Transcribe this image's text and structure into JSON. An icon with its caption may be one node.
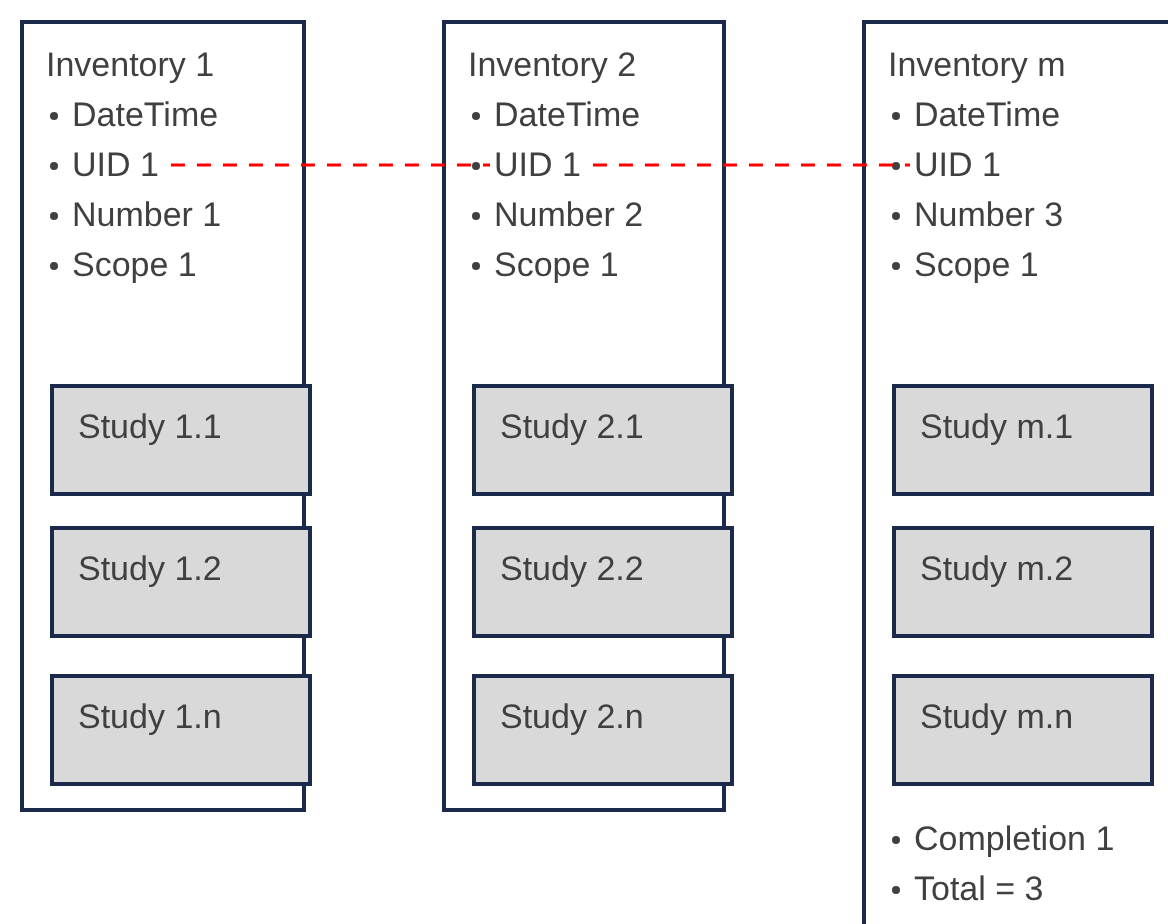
{
  "diagram": {
    "nodes": [
      {
        "text": [
          "Inventory 1",
          "DateTime",
          "Number 1",
          "Scope 1"
        ]
      },
      {
        "text": [
          "UID 1"
        ],
        "in": 0
      },
      {
        "text": [
          "Study 1.1"
        ],
        "in": 0
      },
      {
        "text": [
          "Study 1.2"
        ],
        "in": 0
      },
      {
        "text": [
          "Study 1.n"
        ],
        "in": 0
      },
      {
        "text": [
          "Inventory 2",
          "DateTime",
          "Number 2",
          "Scope 1"
        ]
      },
      {
        "text": [
          "UID 1"
        ],
        "in": 5
      },
      {
        "text": [
          "Study 2.1"
        ],
        "in": 5
      },
      {
        "text": [
          "Study 2.2"
        ],
        "in": 5
      },
      {
        "text": [
          "Study 2.n"
        ],
        "in": 5
      },
      {
        "text": [
          "Inventory m",
          "DateTime",
          "Number 3",
          "Scope 1",
          "Completion 1",
          "Total = 3"
        ]
      },
      {
        "text": [
          "UID 1"
        ],
        "in": 10
      },
      {
        "text": [
          "Study m.1"
        ],
        "in": 10
      },
      {
        "text": [
          "Study m.2"
        ],
        "in": 10
      },
      {
        "text": [
          "Study m.n"
        ],
        "in": 10
      }
    ],
    "edges": [
      {
        "from": 1,
        "to": 6,
        "arrow": "none",
        "style": "dashed",
        "color": "#ff0000"
      },
      {
        "from": 6,
        "to": 11,
        "arrow": "none",
        "style": "dashed",
        "color": "#ff0000"
      }
    ]
  }
}
